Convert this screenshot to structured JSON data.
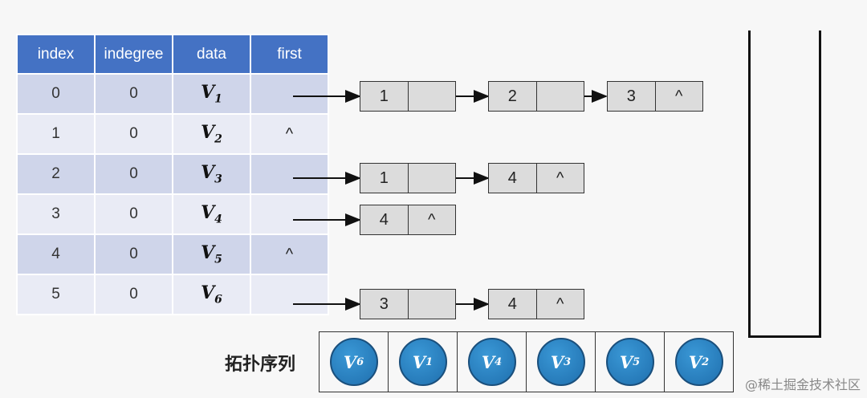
{
  "table": {
    "headers": [
      "index",
      "indegree",
      "data",
      "first"
    ],
    "rows": [
      {
        "index": "0",
        "indegree": "0",
        "var": "V",
        "sub": "1",
        "first": ""
      },
      {
        "index": "1",
        "indegree": "0",
        "var": "V",
        "sub": "2",
        "first": "^"
      },
      {
        "index": "2",
        "indegree": "0",
        "var": "V",
        "sub": "3",
        "first": ""
      },
      {
        "index": "3",
        "indegree": "0",
        "var": "V",
        "sub": "4",
        "first": ""
      },
      {
        "index": "4",
        "indegree": "0",
        "var": "V",
        "sub": "5",
        "first": "^"
      },
      {
        "index": "5",
        "indegree": "0",
        "var": "V",
        "sub": "6",
        "first": ""
      }
    ]
  },
  "edges": {
    "row0": [
      {
        "adj": "1",
        "next": ""
      },
      {
        "adj": "2",
        "next": ""
      },
      {
        "adj": "3",
        "next": "^"
      }
    ],
    "row2": [
      {
        "adj": "1",
        "next": ""
      },
      {
        "adj": "4",
        "next": "^"
      }
    ],
    "row3": [
      {
        "adj": "4",
        "next": "^"
      }
    ],
    "row5": [
      {
        "adj": "3",
        "next": ""
      },
      {
        "adj": "4",
        "next": "^"
      }
    ]
  },
  "sequence": {
    "label": "拓扑序列",
    "items": [
      {
        "var": "V",
        "sub": "6"
      },
      {
        "var": "V",
        "sub": "1"
      },
      {
        "var": "V",
        "sub": "4"
      },
      {
        "var": "V",
        "sub": "3"
      },
      {
        "var": "V",
        "sub": "5"
      },
      {
        "var": "V",
        "sub": "2"
      }
    ]
  },
  "watermark": "@稀土掘金技术社区",
  "colors": {
    "header": "#4472c4",
    "row_odd": "#cfd5ea",
    "row_even": "#e9ebf5",
    "ball": "#2a82c4",
    "node": "#dcdcdc"
  }
}
